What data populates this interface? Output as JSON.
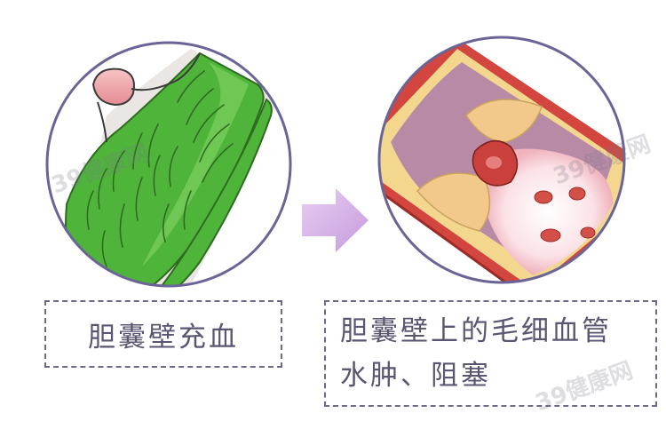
{
  "left_caption": "胆囊壁充血",
  "right_caption": {
    "line1": "胆囊壁上的毛细血管",
    "line2": "水肿、阻塞"
  },
  "watermarks": [
    "39健康网",
    "39健康网",
    "39健康网"
  ],
  "icons": {
    "arrow": "right-arrow-icon"
  },
  "colors": {
    "circle_border": "#6a6596",
    "gallbladder_green": "#4fb53a",
    "vessel_red": "#c9403c",
    "vessel_plaque": "#f2c98a",
    "lumen_purple": "#b98aa6",
    "arrow_purple": "#d7b8e6",
    "caption_border": "#6e6a86"
  }
}
